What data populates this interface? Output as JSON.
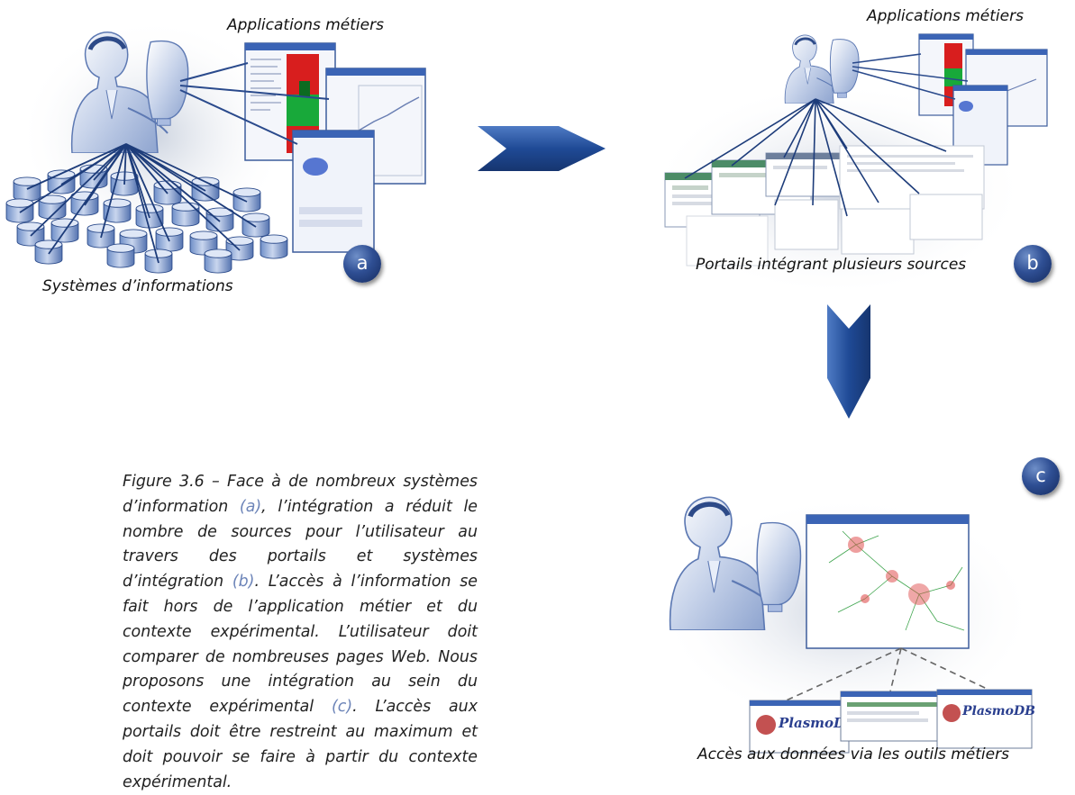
{
  "panel_a": {
    "apps_label": "Applications métiers",
    "systems_label": "Systèmes d’informations",
    "badge": "a"
  },
  "panel_b": {
    "apps_label": "Applications métiers",
    "portals_label": "Portails intégrant plusieurs sources",
    "badge": "b"
  },
  "panel_c": {
    "badge": "c",
    "access_label": "Accès aux données via les outils métiers",
    "portal_logo": "PlasmoDB"
  },
  "caption": {
    "text_1": "Figure 3.6 – Face à de nombreux systèmes d’information ",
    "ref_a": "(a)",
    "text_2": ", l’intégration a réduit le nombre de sources pour l’utilisateur au travers des portails et systèmes d’intégration ",
    "ref_b": "(b)",
    "text_3": ". L’accès à l’information se fait hors de l’application métier et du contexte expérimental. L’utilisateur doit comparer de nombreuses pages Web. Nous proposons une intégration au sein du contexte expérimental ",
    "ref_c": "(c)",
    "text_4": ". L’accès aux portails doit être restreint au maximum et doit pouvoir se faire à partir du contexte expérimental."
  },
  "colors": {
    "arrow": "#1f4a96",
    "badge": "#2f4f94",
    "reference": "#6c84b8"
  }
}
